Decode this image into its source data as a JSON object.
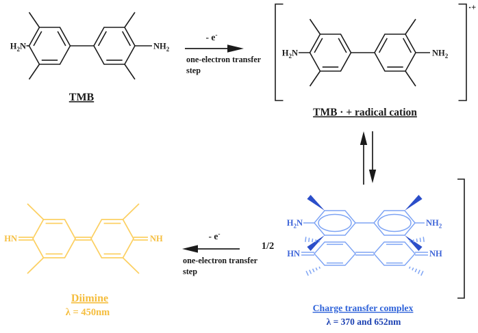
{
  "colors": {
    "black": "#1b1b1b",
    "blue_line": "#7ea4f4",
    "blue_bold": "#2b4ec9",
    "blue_label": "#3d64d8",
    "blue_title": "#2e62d9",
    "blue_lambda": "#1c41b2",
    "yellow_line": "#fcd063",
    "yellow_label": "#f5bd3d"
  },
  "tmb": {
    "label": "TMB",
    "amine_left": {
      "h": "H",
      "sub": "2",
      "n": "N"
    },
    "amine_right": {
      "nh": "NH",
      "sub": "2"
    }
  },
  "oxidation_top": {
    "minus_e": "- e",
    "sup": "-",
    "line1": "one-electron transfer",
    "line2": "step"
  },
  "radical_cation": {
    "label": "TMB · + radical cation",
    "charge": "·+",
    "amine_left": {
      "h": "H",
      "sub": "2",
      "n": "N"
    },
    "amine_right": {
      "nh": "NH",
      "sub": "2"
    }
  },
  "complex": {
    "title": "Charge transfer complex",
    "lambda": "λ = 370 and 652nm",
    "imine_left": "HN",
    "imine_right": "NH",
    "amine_left": {
      "h": "H",
      "sub": "2",
      "n": "N"
    },
    "amine_right": {
      "nh": "NH",
      "sub": "2"
    }
  },
  "diimine": {
    "label": "Diimine",
    "lambda": "λ = 450nm",
    "imine_left": "HN",
    "imine_right": "NH"
  },
  "oxidation_bottom": {
    "minus_e": "- e",
    "sup": "-",
    "line1": "one-electron transfer",
    "line2": "step",
    "stoichiometry": "1/2"
  }
}
